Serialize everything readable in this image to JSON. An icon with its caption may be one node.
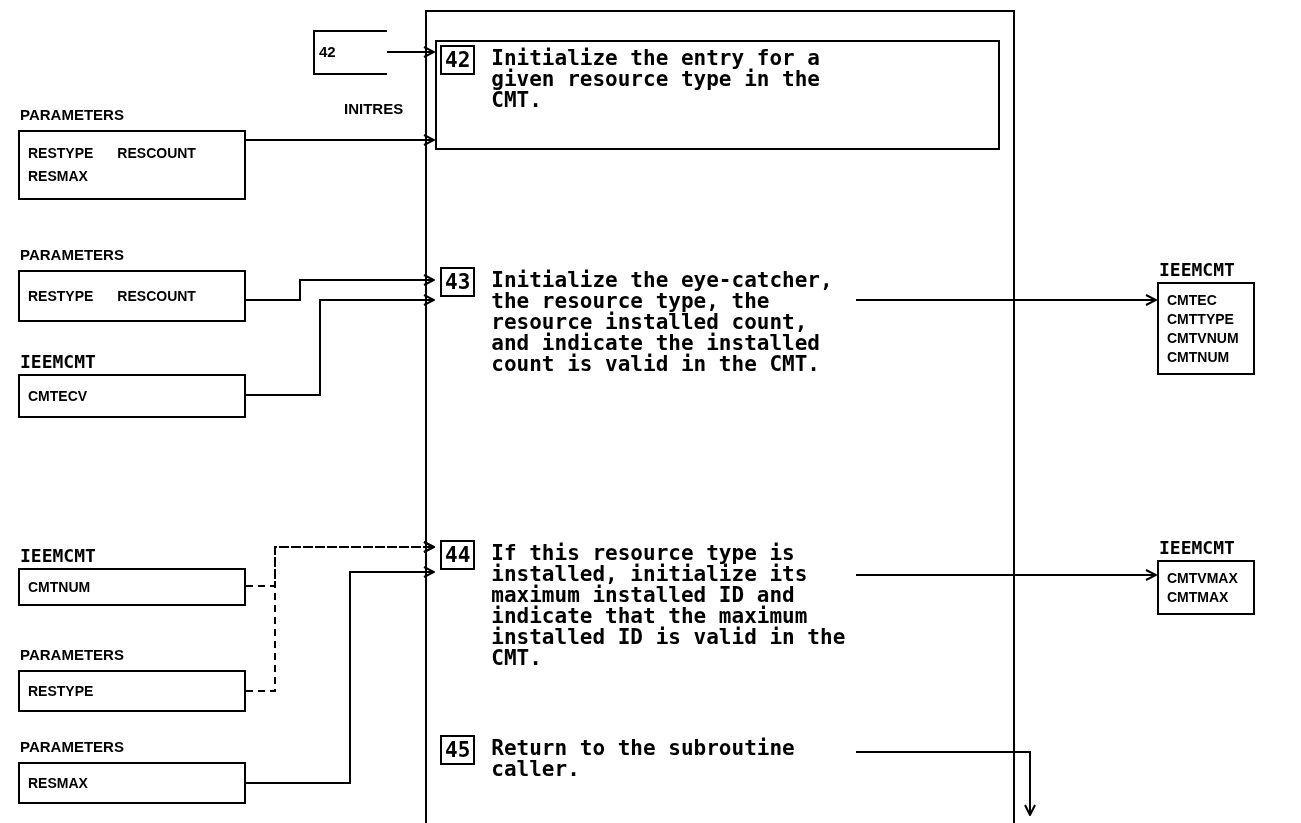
{
  "diagram": {
    "nodes": [
      {
        "text": [],
        "shape": "box"
      },
      {
        "text": [
          "42",
          "Initialize the entry for a given resource type in the CMT."
        ],
        "in": 0
      },
      {
        "text": [
          "43",
          "Initialize the eye-catcher, the resource type, the resource installed count, and indicate the installed count is valid in the CMT."
        ],
        "in": 0
      },
      {
        "text": [
          "44",
          "If this resource type is installed, initialize its maximum installed ID and indicate that the maximum installed ID is valid in the CMT."
        ],
        "in": 0
      },
      {
        "text": [
          "45",
          "Return to the subroutine caller."
        ],
        "in": 0
      },
      {
        "text": [
          "42"
        ]
      },
      {
        "text": [
          "PARAMETERS",
          "RESTYPE",
          "RESCOUNT",
          "RESMAX"
        ]
      },
      {
        "text": [
          "PARAMETERS",
          "RESTYPE",
          "RESCOUNT"
        ]
      },
      {
        "text": [
          "IEEMCMT",
          "CMTECV"
        ]
      },
      {
        "text": [
          "IEEMCMT",
          "CMTNUM"
        ]
      },
      {
        "text": [
          "PARAMETERS",
          "RESTYPE"
        ]
      },
      {
        "text": [
          "PARAMETERS",
          "RESMAX"
        ]
      },
      {
        "text": [
          "IEEMCMT",
          "CMTEC",
          "CMTTYPE",
          "CMTVNUM",
          "CMTNUM"
        ]
      },
      {
        "text": [
          "IEEMCMT",
          "CMTVMAX",
          "CMTMAX"
        ]
      }
    ],
    "edges": [
      {
        "from": 5,
        "to": 1,
        "arrow": "to"
      },
      {
        "from": 6,
        "to": 1,
        "arrow": "to",
        "label": "INITRES"
      },
      {
        "from": 7,
        "to": 2,
        "arrow": "to"
      },
      {
        "from": 8,
        "to": 2,
        "arrow": "to"
      },
      {
        "from": 9,
        "to": 3,
        "arrow": "to",
        "style": "dashed"
      },
      {
        "from": 10,
        "to": 3,
        "arrow": "to",
        "style": "dashed"
      },
      {
        "from": 11,
        "to": 3,
        "arrow": "to"
      },
      {
        "from": 2,
        "to": 12,
        "arrow": "to"
      },
      {
        "from": 3,
        "to": 13,
        "arrow": "to"
      },
      {
        "from": 4,
        "to": null,
        "arrow": "to"
      }
    ]
  }
}
